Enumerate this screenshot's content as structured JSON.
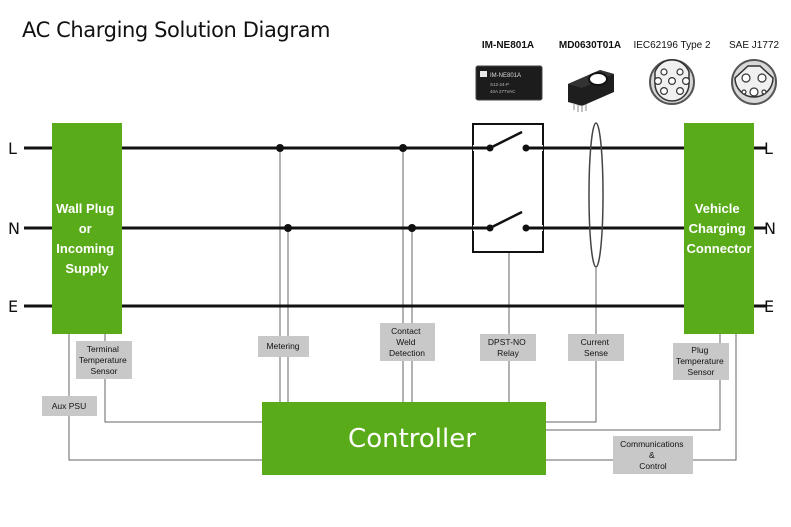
{
  "title": "AC Charging Solution Diagram",
  "part_labels": {
    "relay_part": "IM-NE801A",
    "sensor_part": "MD0630T01A",
    "type2": "IEC62196 Type 2",
    "j1772": "SAE J1772"
  },
  "relay_part_marking": [
    "IM-NE801A",
    "S12-24-P",
    "40A 277VAC"
  ],
  "lines": {
    "l": "L",
    "n": "N",
    "e": "E"
  },
  "blocks": {
    "wall_plug": [
      "Wall Plug",
      "or",
      "Incoming",
      "Supply"
    ],
    "vehicle": [
      "Vehicle",
      "Charging",
      "Connector"
    ],
    "controller": "Controller"
  },
  "callouts": {
    "terminal_temp": [
      "Terminal",
      "Temperature",
      "Sensor"
    ],
    "aux_psu": [
      "Aux PSU"
    ],
    "metering": [
      "Metering"
    ],
    "weld": [
      "Contact",
      "Weld",
      "Detection"
    ],
    "relay": [
      "DPST-NO",
      "Relay"
    ],
    "current": [
      "Current",
      "Sense"
    ],
    "plug_temp": [
      "Plug",
      "Temperature",
      "Sensor"
    ],
    "comms": [
      "Communications",
      "&",
      "Control"
    ]
  },
  "colors": {
    "green": "#5aab19",
    "callout_bg": "#c8c8c8",
    "wire": "#111111",
    "thin_wire": "#666666"
  }
}
